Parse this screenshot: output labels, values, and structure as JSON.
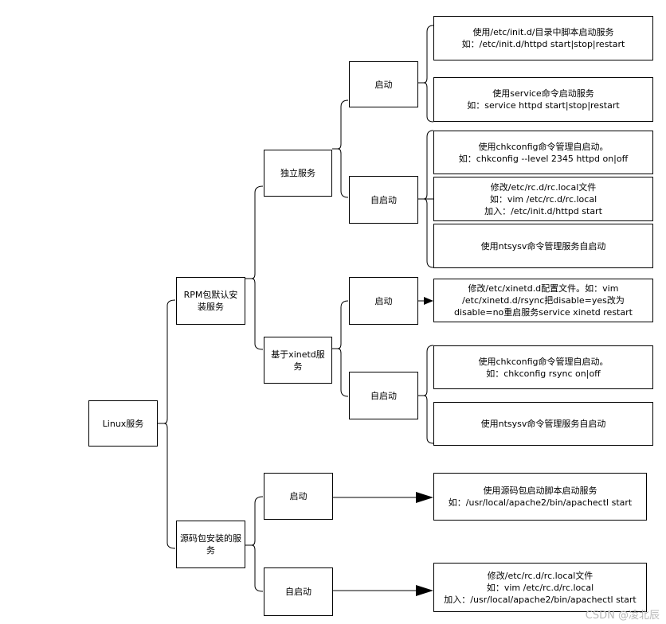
{
  "nodes": {
    "linux_service": {
      "lines": [
        "Linux服务"
      ]
    },
    "rpm_service": {
      "lines": [
        "RPM包默认安装服务"
      ]
    },
    "source_service": {
      "lines": [
        "源码包安装的服务"
      ]
    },
    "standalone": {
      "lines": [
        "独立服务"
      ]
    },
    "xinetd": {
      "lines": [
        "基于xinetd服务"
      ]
    },
    "sa_start": {
      "lines": [
        "启动"
      ]
    },
    "sa_autostart": {
      "lines": [
        "自启动"
      ]
    },
    "xi_start": {
      "lines": [
        "启动"
      ]
    },
    "xi_autostart": {
      "lines": [
        "自启动"
      ]
    },
    "src_start": {
      "lines": [
        "启动"
      ]
    },
    "src_autostart": {
      "lines": [
        "自启动"
      ]
    },
    "leaf_initd": {
      "lines": [
        "使用/etc/init.d/目录中脚本启动服务",
        "如：/etc/init.d/httpd start|stop|restart"
      ]
    },
    "leaf_service_cmd": {
      "lines": [
        "使用service命令启动服务",
        "如：service httpd start|stop|restart"
      ]
    },
    "leaf_chkconfig_sa": {
      "lines": [
        "使用chkconfig命令管理自启动。",
        "如：chkconfig --level 2345 httpd on|off"
      ]
    },
    "leaf_rclocal_sa": {
      "lines": [
        "修改/etc/rc.d/rc.local文件",
        "如：vim /etc/rc.d/rc.local",
        "加入：/etc/init.d/httpd start"
      ]
    },
    "leaf_ntsysv_sa": {
      "lines": [
        "使用ntsysv命令管理服务自启动"
      ]
    },
    "leaf_xinetd_conf": {
      "lines": [
        "修改/etc/xinetd.d配置文件。如：vim",
        "/etc/xinetd.d/rsync把disable=yes改为",
        "disable=no重启服务service xinetd restart"
      ]
    },
    "leaf_chkconfig_xi": {
      "lines": [
        "使用chkconfig命令管理自启动。",
        "如：chkconfig rsync on|off"
      ]
    },
    "leaf_ntsysv_xi": {
      "lines": [
        "使用ntsysv命令管理服务自启动"
      ]
    },
    "leaf_src_script": {
      "lines": [
        "使用源码包启动脚本启动服务",
        "如：/usr/local/apache2/bin/apachectl start"
      ]
    },
    "leaf_src_rclocal": {
      "lines": [
        "修改/etc/rc.d/rc.local文件",
        "如：vim /etc/rc.d/rc.local",
        "加入：/usr/local/apache2/bin/apachectl start"
      ]
    }
  },
  "watermark": "CSDN @凌北辰"
}
